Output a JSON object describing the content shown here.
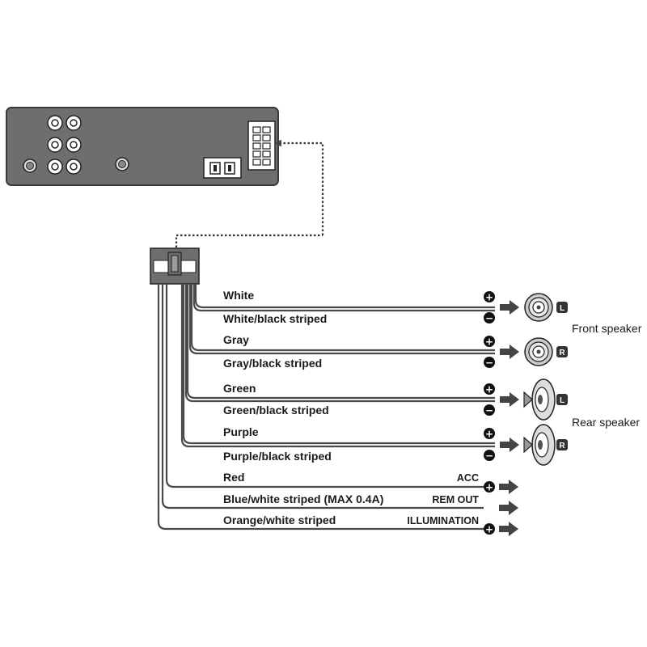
{
  "wires": [
    {
      "label": "White",
      "terminal": "+"
    },
    {
      "label": "White/black striped",
      "terminal": "−"
    },
    {
      "label": "Gray",
      "terminal": "+"
    },
    {
      "label": "Gray/black striped",
      "terminal": "−"
    },
    {
      "label": "Green",
      "terminal": "+"
    },
    {
      "label": "Green/black striped",
      "terminal": "−"
    },
    {
      "label": "Purple",
      "terminal": "+"
    },
    {
      "label": "Purple/black striped",
      "terminal": "−"
    },
    {
      "label": "Red",
      "function": "ACC",
      "terminal": "+"
    },
    {
      "label": "Blue/white striped (MAX 0.4A)",
      "function": "REM OUT",
      "terminal": ""
    },
    {
      "label": "Orange/white striped",
      "function": "ILLUMINATION",
      "terminal": "+"
    }
  ],
  "speakers": [
    {
      "channel": "L",
      "kind": "front-speaker"
    },
    {
      "channel": "R",
      "kind": "front-speaker"
    },
    {
      "channel": "L",
      "kind": "rear-speaker"
    },
    {
      "channel": "R",
      "kind": "rear-speaker"
    }
  ],
  "groups": {
    "front": "Front speaker",
    "rear": "Rear speaker"
  },
  "colors": {
    "wire": "#4a4a4a",
    "unit_body": "#6e6e6e",
    "ink": "#1a1a1a"
  }
}
